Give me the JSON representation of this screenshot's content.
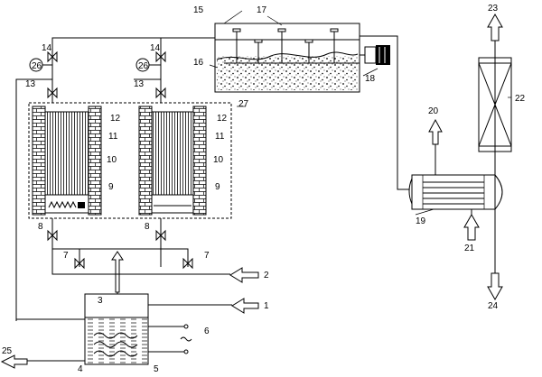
{
  "labels": {
    "n1": "1",
    "n2": "2",
    "n3": "3",
    "n4": "4",
    "n5": "5",
    "n6": "6",
    "n7a": "7",
    "n7b": "7",
    "n8a": "8",
    "n8b": "8",
    "n9a": "9",
    "n9b": "9",
    "n10a": "10",
    "n10b": "10",
    "n11a": "11",
    "n11b": "11",
    "n12a": "12",
    "n12b": "12",
    "n13a": "13",
    "n13b": "13",
    "n14a": "14",
    "n14b": "14",
    "n15": "15",
    "n16": "16",
    "n17": "17",
    "n18": "18",
    "n19": "19",
    "n20": "20",
    "n21": "21",
    "n22": "22",
    "n23": "23",
    "n24": "24",
    "n25": "25",
    "n26a": "26",
    "n26b": "26",
    "n27": "27"
  }
}
